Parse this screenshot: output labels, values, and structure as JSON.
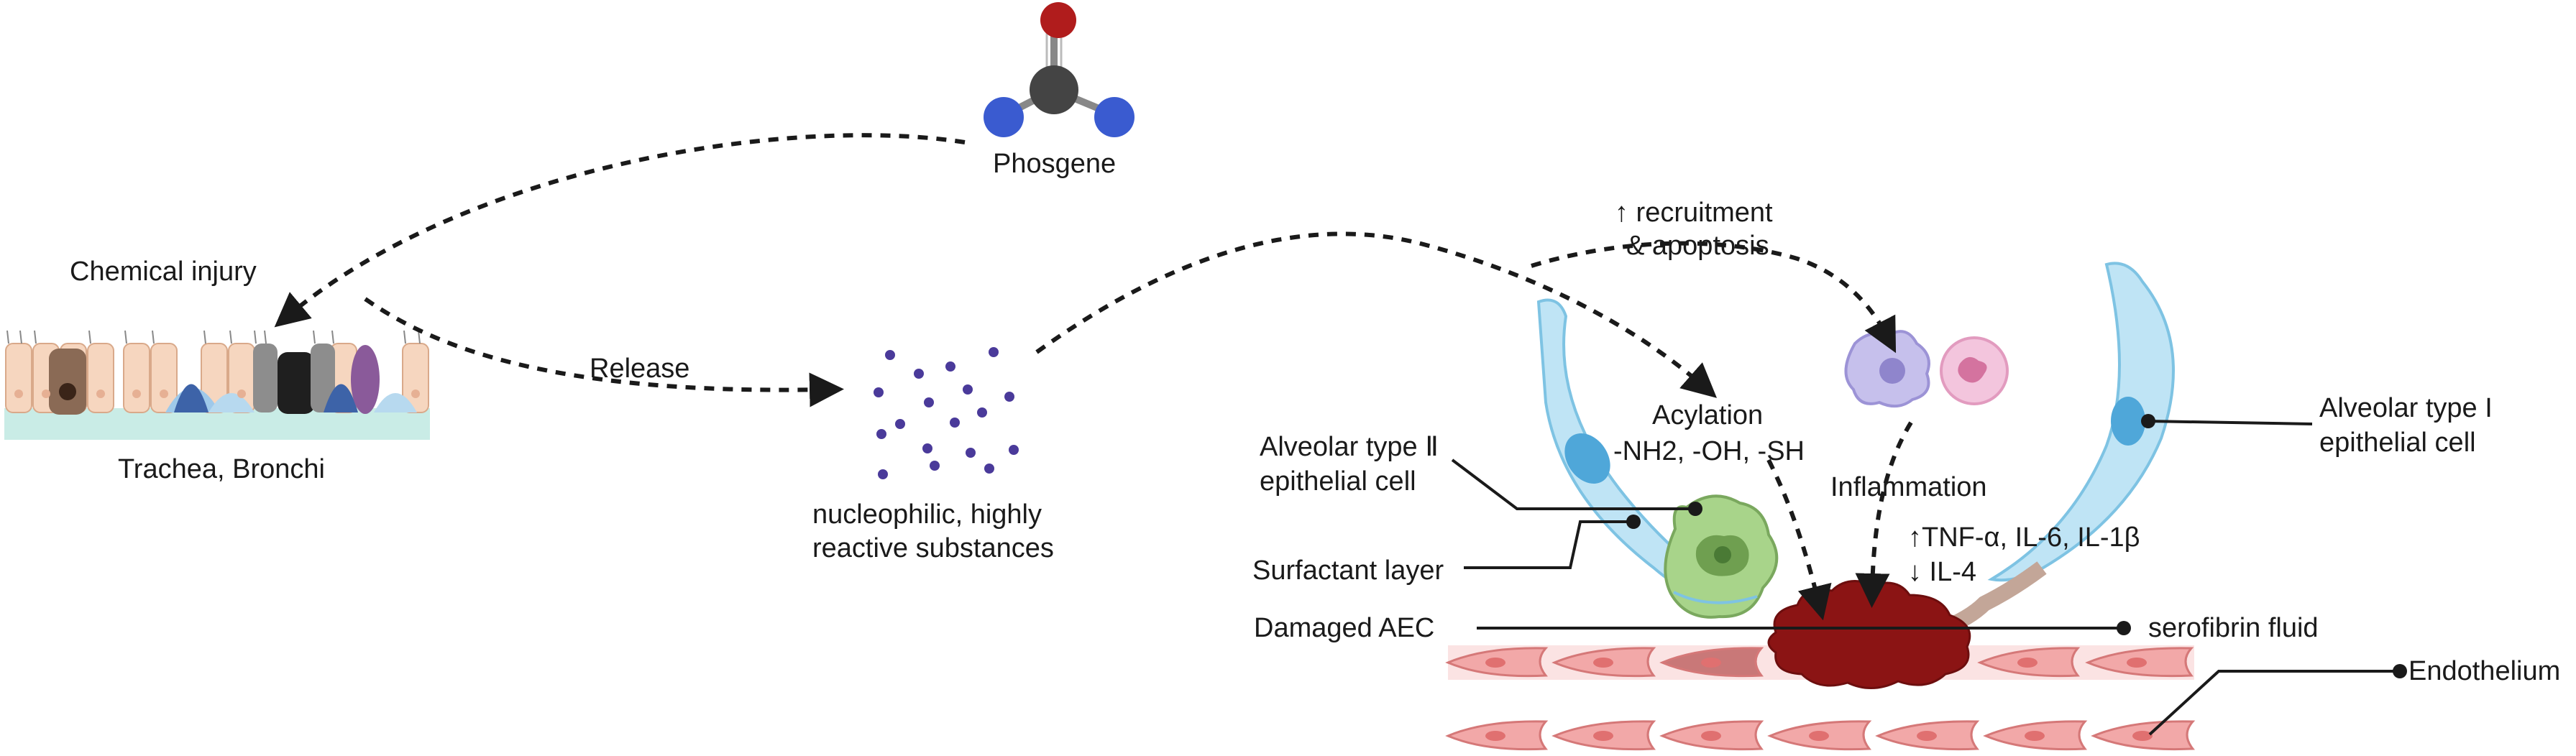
{
  "labels": {
    "phosgene": "Phosgene",
    "chemical_injury": "Chemical injury",
    "trachea_bronchi": "Trachea, Bronchi",
    "release": "Release",
    "nucleophilic_line1": "nucleophilic, highly",
    "nucleophilic_line2": "reactive substances",
    "recruitment_line1": "↑ recruitment",
    "recruitment_line2": "& apoptosis",
    "acylation_line1": "Acylation",
    "acylation_line2": "-NH2, -OH, -SH",
    "inflammation": "Inflammation",
    "cytokines_up": "↑TNF-α, IL-6, IL-1β",
    "cytokines_down": "↓  IL-4",
    "alveolar_type2_line1": "Alveolar type Ⅱ",
    "alveolar_type2_line2": "epithelial cell",
    "surfactant_layer": "Surfactant layer",
    "damaged_aec": "Damaged AEC",
    "alveolar_type1_line1": "Alveolar type I",
    "alveolar_type1_line2": "epithelial cell",
    "serofibrin_fluid": "serofibrin fluid",
    "endothelium": "Endothelium"
  },
  "colors": {
    "oxygen": "#b01c1c",
    "carbon": "#444444",
    "chlorine": "#3a5bd0",
    "particle": "#4a3a9a",
    "type1_cell": "#bfe4f5",
    "type2_cell": "#a8d48a",
    "damage": "#8b1414",
    "endothelium": "#f2a8a8",
    "epithelium": "#f6d6bf"
  }
}
